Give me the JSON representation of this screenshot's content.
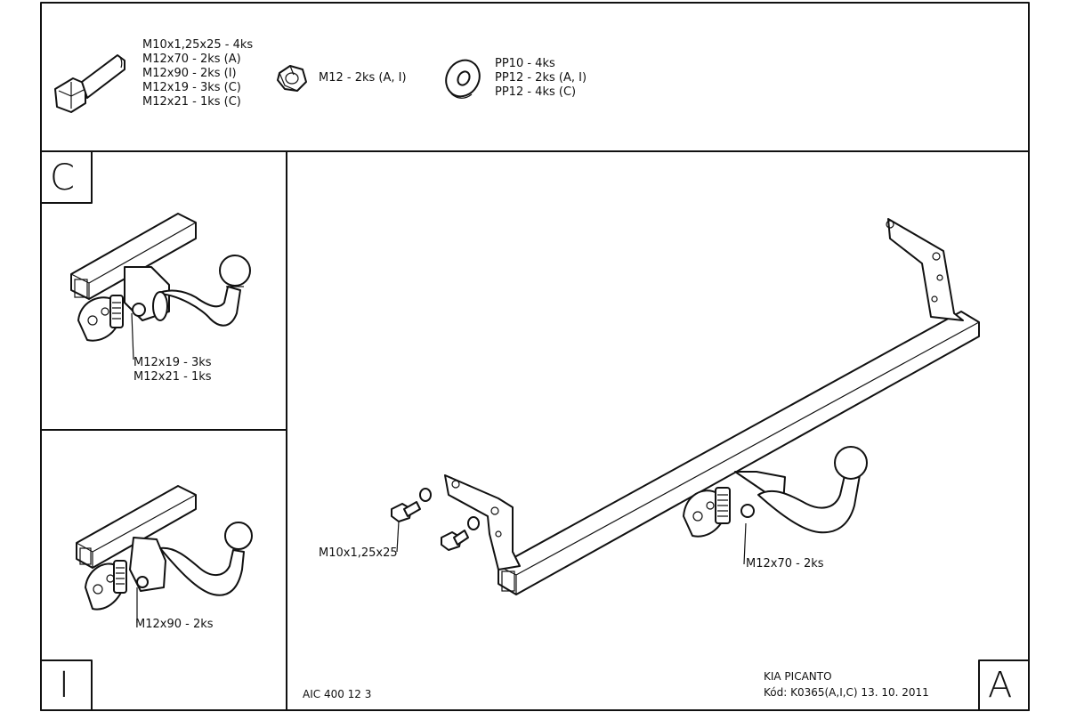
{
  "parts": {
    "bolt": [
      "M10x1,25x25 - 4ks",
      "M12x70 - 2ks (A)",
      "M12x90 - 2ks (I)",
      "M12x19 - 3ks (C)",
      "M12x21 - 1ks (C)"
    ],
    "nut": "M12 - 2ks (A, I)",
    "washer": [
      "PP10 - 4ks",
      "PP12 - 2ks (A, I)",
      "PP12 - 4ks (C)"
    ]
  },
  "panel_c": {
    "letter": "C",
    "labels": [
      "M12x19 - 3ks",
      "M12x21 - 1ks"
    ]
  },
  "panel_i": {
    "letter": "I",
    "label": "M12x90 - 2ks"
  },
  "panel_a": {
    "letter": "A",
    "bolt_label": "M10x1,25x25",
    "ball_label": "M12x70 - 2ks"
  },
  "footer": {
    "code": "AIC 400 12 3",
    "model": "KIA PICANTO",
    "kod": "Kód: K0365(A,I,C)  13. 10. 2011"
  }
}
